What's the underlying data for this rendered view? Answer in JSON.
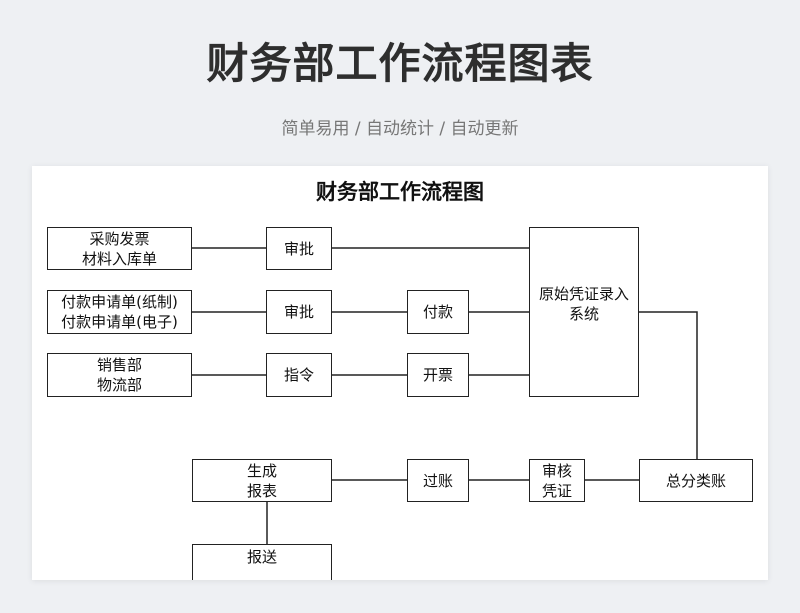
{
  "header": {
    "title": "财务部工作流程图表",
    "subtitle": "简单易用 / 自动统计 / 自动更新"
  },
  "diagram": {
    "title": "财务部工作流程图",
    "nodes": {
      "invoice": "采购发票\n材料入库单",
      "payment_request": "付款申请单(纸制)\n付款申请单(电子)",
      "sales_logistics": "销售部\n物流部",
      "approve_1": "审批",
      "approve_2": "审批",
      "instruction": "指令",
      "pay": "付款",
      "issue_invoice": "开票",
      "voucher_entry": "原始凭证录入\n系统",
      "general_ledger": "总分类账",
      "review_voucher": "审核\n凭证",
      "post_account": "过账",
      "generate_report": "生成\n报表",
      "submit_report": "报送"
    }
  }
}
